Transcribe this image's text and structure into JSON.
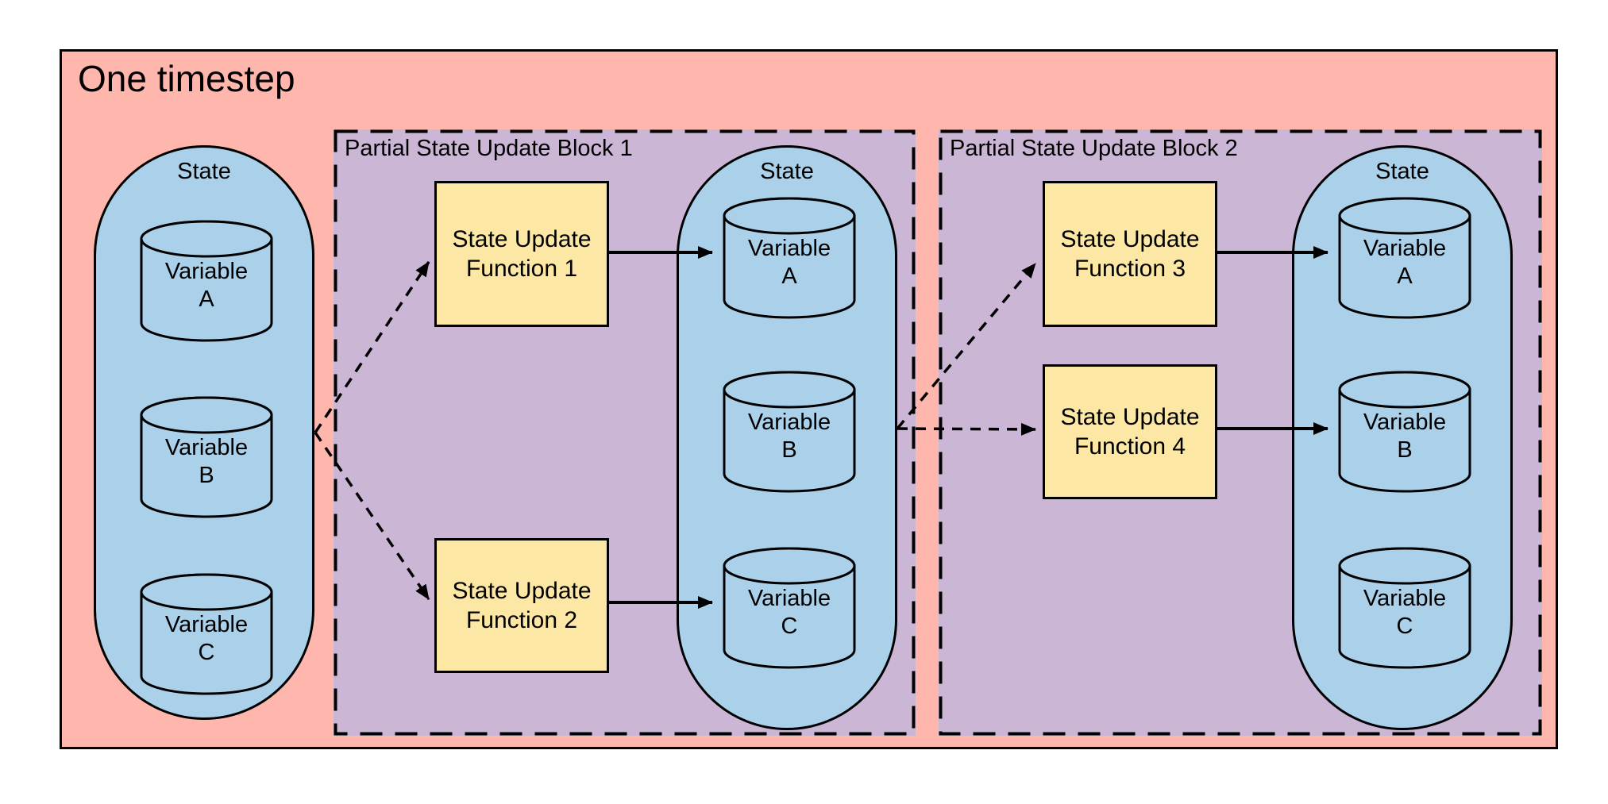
{
  "diagram": {
    "title": "One timestep",
    "colors": {
      "timestep_bg": "#ffb6ad",
      "block_bg": "#cbb6d5",
      "state_bg": "#aad0ea",
      "function_bg": "#fce8a4",
      "line": "#000000"
    },
    "initial_state": {
      "label": "State",
      "variables": [
        {
          "label": "Variable A"
        },
        {
          "label": "Variable B"
        },
        {
          "label": "Variable C"
        }
      ]
    },
    "blocks": [
      {
        "label": "Partial State Update Block 1",
        "functions": [
          {
            "label": "State Update Function 1"
          },
          {
            "label": "State Update Function 2"
          }
        ],
        "state": {
          "label": "State",
          "variables": [
            {
              "label": "Variable A"
            },
            {
              "label": "Variable B"
            },
            {
              "label": "Variable C"
            }
          ]
        }
      },
      {
        "label": "Partial State Update Block 2",
        "functions": [
          {
            "label": "State Update Function 3"
          },
          {
            "label": "State Update Function 4"
          }
        ],
        "state": {
          "label": "State",
          "variables": [
            {
              "label": "Variable A"
            },
            {
              "label": "Variable B"
            },
            {
              "label": "Variable C"
            }
          ]
        }
      }
    ],
    "connections": [
      {
        "from": "initial-state",
        "to": "state-update-function-1",
        "style": "dashed"
      },
      {
        "from": "initial-state",
        "to": "state-update-function-2",
        "style": "dashed"
      },
      {
        "from": "state-update-function-1",
        "to": "block-1-variable-a",
        "style": "solid"
      },
      {
        "from": "state-update-function-2",
        "to": "block-1-variable-c",
        "style": "solid"
      },
      {
        "from": "block-1-state",
        "to": "state-update-function-3",
        "style": "dashed"
      },
      {
        "from": "block-1-state",
        "to": "state-update-function-4",
        "style": "dashed"
      },
      {
        "from": "state-update-function-3",
        "to": "block-2-variable-a",
        "style": "solid"
      },
      {
        "from": "state-update-function-4",
        "to": "block-2-variable-b",
        "style": "solid"
      }
    ]
  }
}
